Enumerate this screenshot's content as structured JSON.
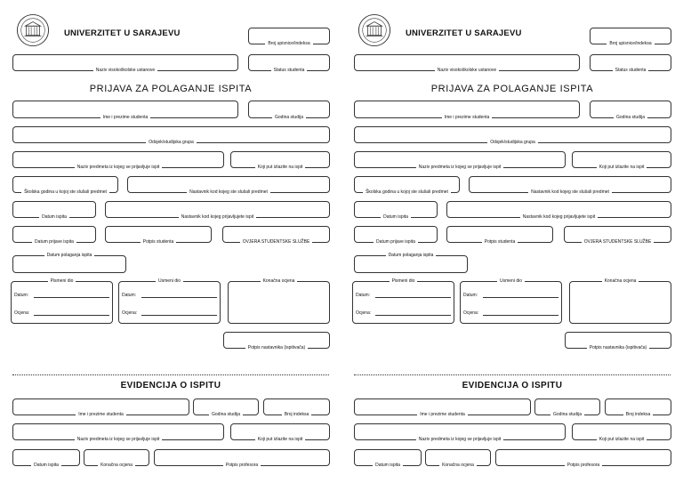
{
  "forms": [
    {
      "university": "UNIVERZITET U SARAJEVU",
      "broj_upisnice": "Broj upisnice/indeksa",
      "naziv_ustanove": "Naziv visokoškolske ustanove",
      "status_studenta": "Status studenta",
      "title": "PRIJAVA ZA POLAGANJE ISPITA",
      "ime_prezime": "Ime i prezime studenta",
      "godina_studija": "Godina studija",
      "odsjek": "Odsjek/studijska grupa",
      "naziv_predmeta": "Naziv predmeta iz kojeg se prijavljuje ispit",
      "koji_put": "Koji put izlazite na ispit",
      "skolska_godina": "Školska godina u kojoj ste slušali predmet",
      "nastavnik_slusali": "Nastavnik kod kojeg ste slušali predmet",
      "datum_ispita": "Datum ispita",
      "nastavnik_prijavljujete": "Nastavnik kod kojeg prijavljujete ispit",
      "datum_prijave": "Datum prijave ispita",
      "potpis_studenta": "Potpis studenta",
      "ovjera": "OVJERA STUDENTSKE SLUŽBE",
      "datum_polaganja": "Datum polaganja ispita",
      "pismeni_dio": "Pismeni dio",
      "usmeni_dio": "Usmeni dio",
      "konacna_ocjena": "Konačna ocjena",
      "datum_label": "Datum:",
      "ocjena_label": "Ocjena:",
      "potpis_nastavnika": "Potpis nastavnika (ispitivača)",
      "evidencija_title": "EVIDENCIJA O ISPITU",
      "ev_ime": "Ime i prezime studenta",
      "ev_godina": "Godina studija",
      "ev_broj": "Broj indeksa",
      "ev_predmet": "Naziv predmeta iz kojeg se prijavljuje ispit",
      "ev_koji_put": "Koji put izlazite na ispit",
      "ev_datum": "Datum ispita",
      "ev_konacna": "Konačna ocjena",
      "ev_potpis_prof": "Potpis profesora"
    },
    {
      "university": "UNIVERZITET U SARAJEVU",
      "broj_upisnice": "Broj upisnice/indeksa",
      "naziv_ustanove": "Naziv visokoškolske ustanove",
      "status_studenta": "Status studenta",
      "title": "PRIJAVA ZA POLAGANJE ISPITA",
      "ime_prezime": "Ime i prezime studenta",
      "godina_studija": "Godina studija",
      "odsjek": "Odsjek/studijska grupa",
      "naziv_predmeta": "Naziv predmeta iz kojeg se prijavljuje ispit",
      "koji_put": "Koji put izlazite na ispit",
      "skolska_godina": "Školska godina u kojoj ste slušali predmet",
      "nastavnik_slusali": "Nastavnik kod kojeg ste slušali predmet",
      "datum_ispita": "Datum ispita",
      "nastavnik_prijavljujete": "Nastavnik kod kojeg prijavljujete ispit",
      "datum_prijave": "Datum prijave ispita",
      "potpis_studenta": "Potpis studenta",
      "ovjera": "OVJERA STUDENTSKE SLUŽBE",
      "datum_polaganja": "Datum polaganja ispita",
      "pismeni_dio": "Pismeni dio",
      "usmeni_dio": "Usmeni dio",
      "konacna_ocjena": "Konačna ocjena",
      "datum_label": "Datum:",
      "ocjena_label": "Ocjena:",
      "potpis_nastavnika": "Potpis nastavnika (ispitivača)",
      "evidencija_title": "EVIDENCIJA O ISPITU",
      "ev_ime": "Ime i prezime studenta",
      "ev_godina": "Godina studija",
      "ev_broj": "Broj indeksa",
      "ev_predmet": "Naziv predmeta iz kojeg se prijavljuje ispit",
      "ev_koji_put": "Koji put izlazite na ispit",
      "ev_datum": "Datum ispita",
      "ev_konacna": "Konačna ocjena",
      "ev_potpis_prof": "Potpis profesora"
    }
  ]
}
